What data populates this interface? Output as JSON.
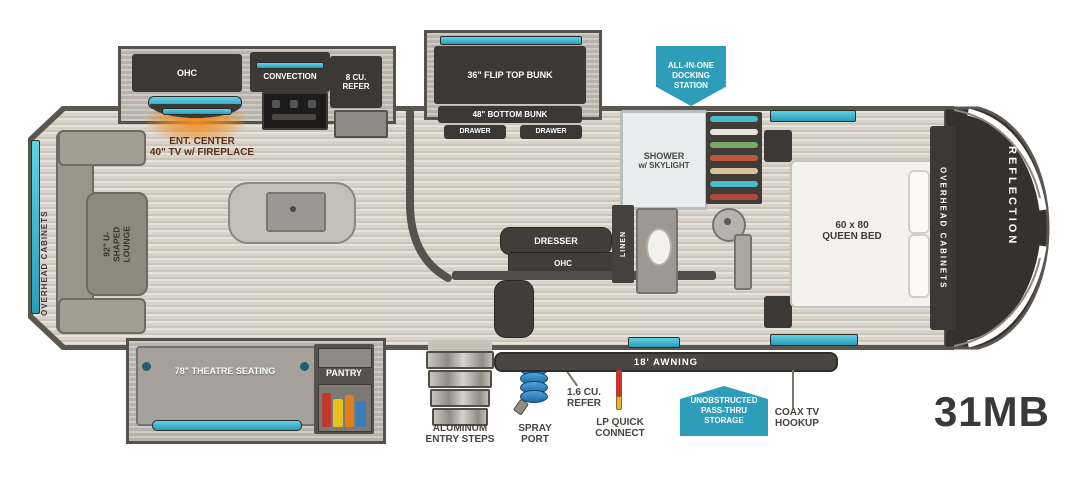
{
  "model": "31MB",
  "colors": {
    "accent_teal": "#45c6de",
    "badge_teal": "#2d9db9",
    "furniture_dark": "#3b3836",
    "floor_wood": "#d8d2c8",
    "label_dark": "#3e3b38",
    "ent_center_text": "#5a2f1a",
    "fireplace_glow": "#f08c1e"
  },
  "kitchen": {
    "ohc": "OHC",
    "convection": "CONVECTION",
    "refer_l1": "8 CU.",
    "refer_l2": "REFER",
    "ent_l1": "ENT. CENTER",
    "ent_l2": "40\" TV w/ FIREPLACE"
  },
  "bunkroom": {
    "flip_bunk": "36\" FLIP TOP BUNK",
    "bottom_bunk": "48\" BOTTOM BUNK",
    "drawer_left": "DRAWER",
    "drawer_right": "DRAWER"
  },
  "badges": {
    "docking_l1": "ALL-IN-ONE",
    "docking_l2": "DOCKING",
    "docking_l3": "STATION",
    "passthru_l1": "UNOBSTRUCTED",
    "passthru_l2": "PASS-THRU",
    "passthru_l3": "STORAGE"
  },
  "bathroom": {
    "shower_l1": "SHOWER",
    "shower_l2": "w/ SKYLIGHT",
    "linen": "LINEN"
  },
  "bedroom": {
    "bed_l1": "60 x 80",
    "bed_l2": "QUEEN BED",
    "overhead": "OVERHEAD CABINETS",
    "reflection": "REFLECTION"
  },
  "living": {
    "overhead": "OVERHEAD CABINETS",
    "lounge_l1": "92\" U-SHAPED",
    "lounge_l2": "LOUNGE",
    "theatre": "78\" THEATRE SEATING",
    "pantry": "PANTRY",
    "dresser": "DRESSER",
    "ohc": "OHC"
  },
  "exterior": {
    "steps_l1": "ALUMINUM",
    "steps_l2": "ENTRY STEPS",
    "spray_l1": "SPRAY",
    "spray_l2": "PORT",
    "refer_l1": "1.6 CU.",
    "refer_l2": "REFER",
    "lp_l1": "LP QUICK",
    "lp_l2": "CONNECT",
    "awning": "18' AWNING",
    "coax_l1": "COAX TV",
    "coax_l2": "HOOKUP"
  }
}
